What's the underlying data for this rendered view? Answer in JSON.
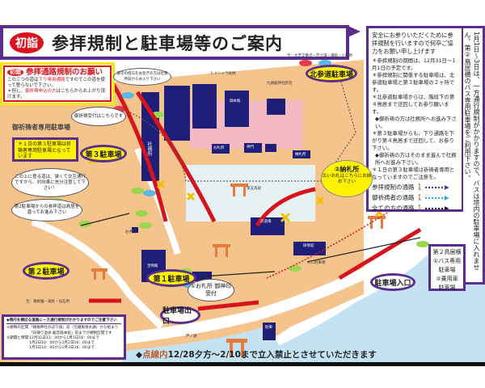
{
  "header": {
    "badge": "初詣",
    "title": "参拝規制と駐車場等のご案内"
  },
  "notice": {
    "badge": "初詣",
    "title": "参拝通路規制のお願い",
    "line1_a": "この三つの道は",
    "line1_b": "下り専用通路",
    "line1_c": "ですのでこの道を使って登らないで下さい。",
    "line2_a": "＊但し、",
    "line2_b": "御祈祷申込の方",
    "line2_c": "はこちらからお上がり頂けます。"
  },
  "info_panel": {
    "lead": "安全にお参りいただくために参拝規制を行いますので何卒ご協力をお願い申し上げます",
    "items": [
      "＊参拝規制の期間は、12月31日〜1月1日の予定です。",
      "＊参拝規制に関係する駐車場は、北参道駐車場と第３駐車場の２ヶ所です。",
      "＊北参道駐車場からは、階段下の第４鳥居まで迂回してお参り願います。",
      "◆御祈祷の方は社務所へお進み下さい。",
      "＊第３駐車場からも、下り通路を下がり第４鳥居まで迂回して、お参り下さい。",
      "◆御祈祷の方はそのまま進んで社務所へお進み下さい。",
      "＊１日の第３駐車場は祈祷者専用となっていますのでご注意を。"
    ],
    "legend": [
      {
        "label": "参拝規制の通路",
        "color": "#5b2d8e",
        "icon": "person-red-icon"
      },
      {
        "label": "御祈祷者の通路",
        "color": "#29a8e0",
        "icon": "person-blue-icon"
      },
      {
        "label": "全ての方の通路",
        "color": "#222222",
        "icon": "person-gray-icon"
      }
    ]
  },
  "vertical_note": "1月1日〜3日は、一方通行規制がかかりますので、バスは境内の駐車場に入れません。第②鳥居横のバス専用駐車場をご利用下さい。",
  "map": {
    "parking_north": "北参道駐車場",
    "parking_3": "第３駐車場",
    "parking_2": "第２駐車場",
    "parking_1": "第１駐車場",
    "parking_entrance": "駐車場入口",
    "parking_exit": "駐車場出口",
    "kitou_parking_heading": "御祈祷者専用駐車場",
    "kitou_parking_note": "＊１日の第３駐車場は祈祷者専用駐車場となっています",
    "bubble_reception": "御祈祷受付はこちらです",
    "bubble_omamori": "御守の授与をお急ぎの方は社務所前からお入り下さい",
    "bubble_narrow_road": "この上に登る道は、狭くて交互通行ですから、対向車に充分注意して下さい！",
    "bubble_parking2_route": "第2駐車場からの参拝道は鳥居を潜ってお進み下さい",
    "bubble_ofuda": "①お札所 御神印受付",
    "nofuda_title": "②納札所",
    "nofuda_text": "古いお札はこちらにお納め下さい",
    "bus_box": {
      "title": "第２鳥居横",
      "line1": "①バス専用",
      "line2": "駐車場",
      "line3": "②乗用車",
      "line4": "駐車場"
    },
    "labels": {
      "shamusho": "社務所",
      "homotsuden": "宝物殿",
      "budojo": "武道場",
      "kenshukan": "研修館",
      "honden": "御本殿",
      "daigo_torii": "第五鳥居",
      "iriguchi": "入口駐車場",
      "chuusha": "駐車",
      "otearai": "お手洗",
      "ofudasho": "お札所",
      "shinmon": "神門",
      "nofudasho": "納札所",
      "kuzuryu": "九頭龍神社新宮",
      "himeshara": "ヒメシャラ純林",
      "to_north": "至：大芝交番点・芦之湯・畑宿・小田原",
      "to_south": "至：箱根園・湖尻・仙石原",
      "ashinoko": "芦ノ湖"
    }
  },
  "rule_box": {
    "title": "◆境内を横切る道路に一方通行規制がかかりますのでご注意下さい",
    "section_label": "①規制の区間",
    "section_text": "「箱根神社のぼり旗」前（元箱根清水通）から始まり「日帰り温泉 龍宮殿本館」前までが規制区間です",
    "time_label": "②期間と時間",
    "times": [
      "12月31日23：00から1月1日16：00まで",
      "1月2日10：00から1月2日16：00まで",
      "1月3日10：00から1月3日16：00まで"
    ]
  },
  "footer": {
    "diamond": "◆",
    "highlight": "点線内",
    "text": "12/28夕方〜2/10まで立入禁止とさせていただきます"
  },
  "colors": {
    "purple": "#5b2d8e",
    "red": "#d7141d",
    "yellow": "#fff200",
    "navy": "#1f1f7a",
    "sand": "#f4c48c",
    "water": "#c3e3f4"
  }
}
